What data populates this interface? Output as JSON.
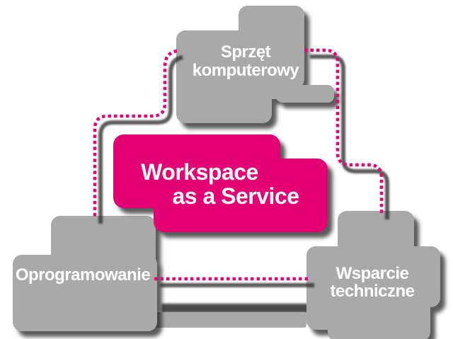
{
  "diagram": {
    "background": "#ffffff",
    "colors": {
      "accent_magenta": "#e20074",
      "block_gray": "#a9a9a9",
      "label_text": "#ffffff",
      "shadow": "#1c1c1c"
    },
    "nodes": {
      "hardware": {
        "line1": "Sprzęt",
        "line2": "komputerowy"
      },
      "workspace": {
        "line1": "Workspace",
        "line2": "as a Service"
      },
      "software": {
        "line1": "Oprogramowanie"
      },
      "support": {
        "line1": "Wsparcie",
        "line2": "techniczne"
      }
    },
    "connectors": {
      "style": "dotted",
      "color": "#e20074",
      "links": [
        "hardware-software",
        "hardware-support",
        "software-support"
      ]
    }
  }
}
